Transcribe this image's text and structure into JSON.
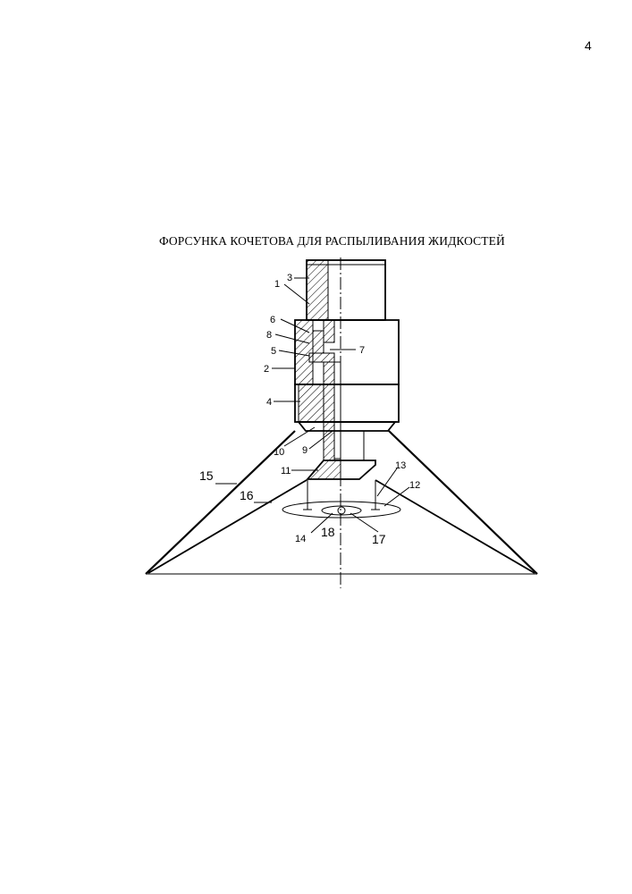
{
  "page_number": "4",
  "title": "ФОРСУНКА КОЧЕТОВА ДЛЯ  РАСПЫЛИВАНИЯ ЖИДКОСТЕЙ",
  "labels": {
    "l1": "1",
    "l2": "2",
    "l3": "3",
    "l4": "4",
    "l5": "5",
    "l6": "6",
    "l7": "7",
    "l8": "8",
    "l9": "9",
    "l10": "10",
    "l11": "11",
    "l12": "12",
    "l13": "13",
    "l14": "14",
    "l15": "15",
    "l16": "16",
    "l17": "17",
    "l18": "18"
  }
}
